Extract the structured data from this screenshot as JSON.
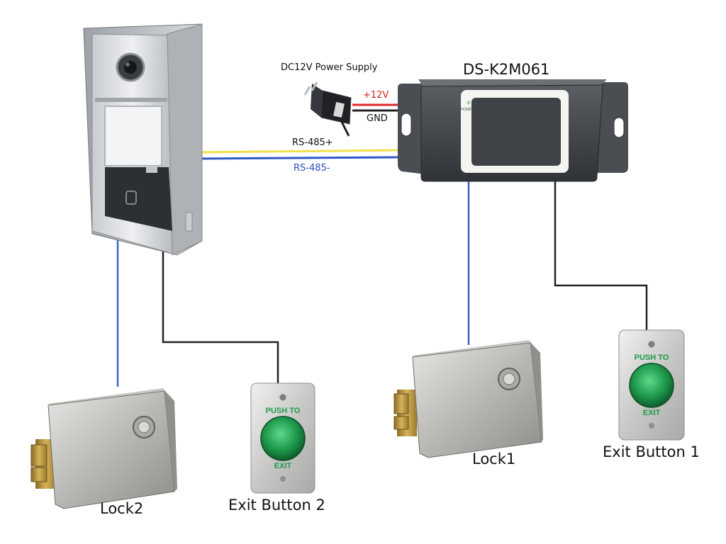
{
  "controller": {
    "title": "DS-K2M061",
    "power_text": "POWER"
  },
  "power_supply": {
    "label": "DC12V Power Supply",
    "plus_label": "+12V",
    "gnd_label": "GND"
  },
  "bus": {
    "rs485_plus": "RS-485+",
    "rs485_minus": "RS-485-"
  },
  "devices": {
    "lock2": "Lock2",
    "exit_button_2": "Exit Button 2",
    "lock1": "Lock1",
    "exit_button_1": "Exit Button 1"
  },
  "button_text": {
    "top": "PUSH TO",
    "bottom": "EXIT"
  },
  "colors": {
    "plus12v": "#e0282a",
    "gnd": "#222222",
    "rs485_plus": "#f1e04a",
    "rs485_minus": "#2f59c8",
    "lock_wire": "#3a63c7",
    "button_wire": "#222222",
    "minus_label": "#2f4fbf",
    "plus_label_color": "#d42020",
    "button_green": "#1f9a4c"
  }
}
